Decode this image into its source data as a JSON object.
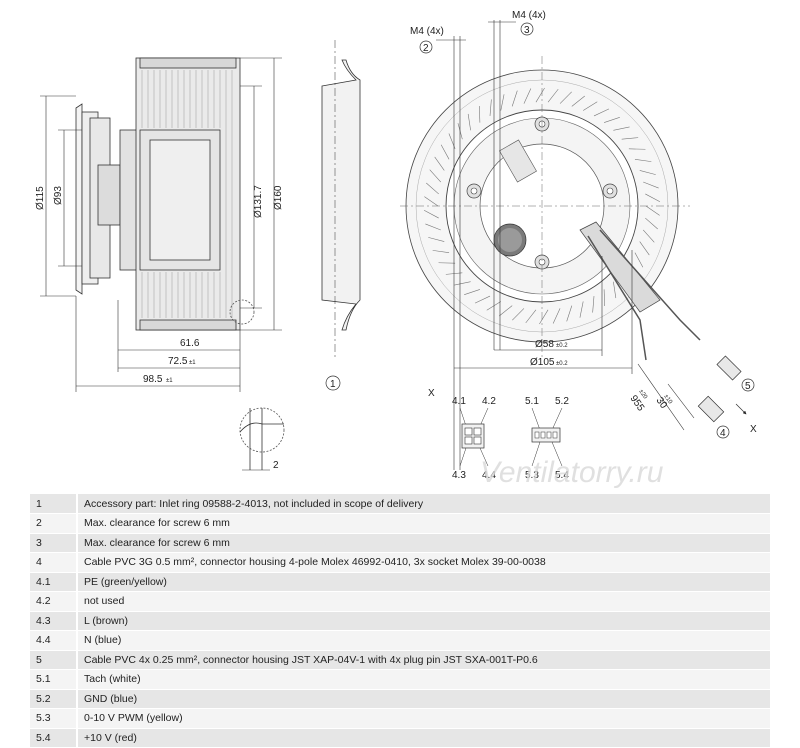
{
  "drawing": {
    "dims_side": {
      "d115": "Ø115",
      "d93": "Ø93",
      "d131": "Ø131.7",
      "d160": "Ø160",
      "len_61": "61.6",
      "len_72": "72.5",
      "len_72_tol": "±1",
      "len_98": "98.5",
      "len_98_tol": "±1"
    },
    "dims_front": {
      "m4_left": "M4 (4x)",
      "m4_right": "M4 (4x)",
      "d58": "Ø58",
      "d58_tol": "±0.2",
      "d105": "Ø105",
      "d105_tol": "±0.2",
      "cable_955": "955",
      "cable_955_tol": "±20",
      "cable_30": "30",
      "cable_30_tol": "±10"
    },
    "callouts": {
      "c1": "1",
      "c2": "2",
      "c3": "3",
      "c4": "4",
      "c5": "5",
      "detail_2": "2"
    },
    "connectors": {
      "x_left": "X",
      "x_right": "X",
      "p41": "4.1",
      "p42": "4.2",
      "p43": "4.3",
      "p44": "4.4",
      "p51": "5.1",
      "p52": "5.2",
      "p53": "5.3",
      "p54": "5.4"
    },
    "watermark": "Ventilatorry.ru"
  },
  "legend": [
    {
      "num": "1",
      "text": "Accessory part: Inlet ring 09588-2-4013, not included in scope of delivery"
    },
    {
      "num": "2",
      "text": "Max. clearance for screw 6 mm"
    },
    {
      "num": "3",
      "text": "Max. clearance for screw 6 mm"
    },
    {
      "num": "4",
      "text": "Cable PVC 3G 0.5 mm², connector housing 4-pole Molex 46992-0410, 3x socket Molex 39-00-0038"
    },
    {
      "num": "4.1",
      "text": "PE (green/yellow)"
    },
    {
      "num": "4.2",
      "text": "not used"
    },
    {
      "num": "4.3",
      "text": "L (brown)"
    },
    {
      "num": "4.4",
      "text": "N (blue)"
    },
    {
      "num": "5",
      "text": "Cable PVC 4x 0.25 mm², connector housing JST XAP-04V-1 with 4x plug pin JST SXA-001T-P0.6"
    },
    {
      "num": "5.1",
      "text": "Tach (white)"
    },
    {
      "num": "5.2",
      "text": "GND (blue)"
    },
    {
      "num": "5.3",
      "text": "0-10 V PWM (yellow)"
    },
    {
      "num": "5.4",
      "text": "+10 V (red)"
    }
  ]
}
